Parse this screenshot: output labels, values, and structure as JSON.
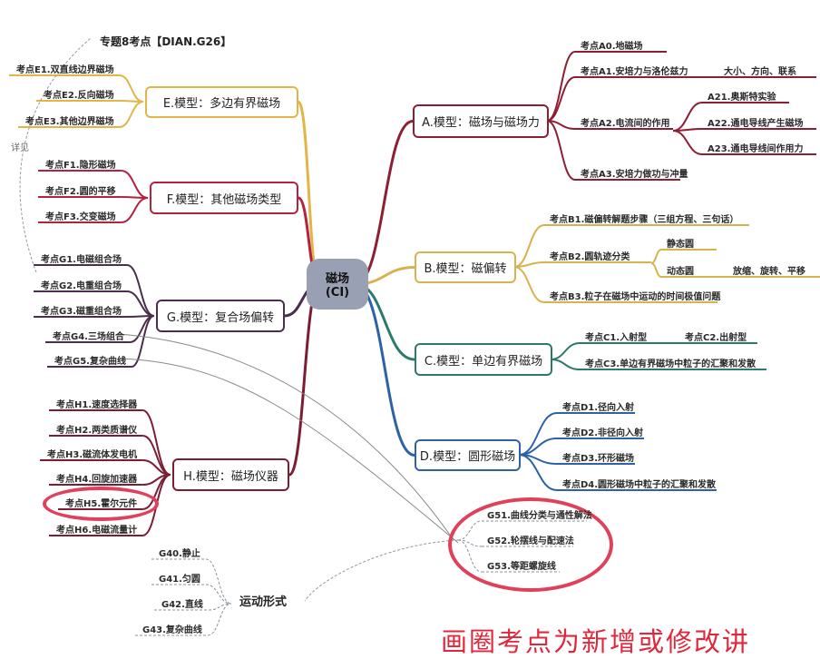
{
  "title": "专题8考点【DIAN.G26】",
  "see_also": "详见",
  "center": {
    "line1": "磁场",
    "line2": "(CI)"
  },
  "branches": {
    "A": {
      "label": "A.模型：磁场与磁场力",
      "items": [
        "考点A0.地磁场",
        "考点A1.安培力与洛伦兹力",
        "大小、方向、联系",
        "考点A2.电流间的作用",
        "A21.奥斯特实验",
        "A22.通电导线产生磁场",
        "A23.通电导线间作用力",
        "考点A3.安培力做功与冲量"
      ]
    },
    "B": {
      "label": "B.模型：磁偏转",
      "items": [
        "考点B1.磁偏转解题步骤（三组方程、三句话）",
        "考点B2.圆轨迹分类",
        "静态圆",
        "动态圆",
        "放缩、旋转、平移",
        "考点B3.粒子在磁场中运动的时间极值问题"
      ]
    },
    "C": {
      "label": "C.模型：单边有界磁场",
      "items": [
        "考点C1.入射型",
        "考点C2.出射型",
        "考点C3.单边有界磁场中粒子的汇聚和发散"
      ]
    },
    "D": {
      "label": "D.模型：圆形磁场",
      "items": [
        "考点D1.径向入射",
        "考点D2.非径向入射",
        "考点D3.环形磁场",
        "考点D4.圆形磁场中粒子的汇聚和发散"
      ]
    },
    "E": {
      "label": "E.模型：多边有界磁场",
      "items": [
        "考点E1.双直线边界磁场",
        "考点E2.反向磁场",
        "考点E3.其他边界磁场"
      ]
    },
    "F": {
      "label": "F.模型：其他磁场类型",
      "items": [
        "考点F1.隐形磁场",
        "考点F2.圆的平移",
        "考点F3.交变磁场"
      ]
    },
    "G": {
      "label": "G.模型：复合场偏转",
      "items": [
        "考点G1.电磁组合场",
        "考点G2.电重组合场",
        "考点G3.磁重组合场",
        "考点G4.三场组合",
        "考点G5.复杂曲线"
      ]
    },
    "H": {
      "label": "H.模型：磁场仪器",
      "items": [
        "考点H1.速度选择器",
        "考点H2.两类质谱仪",
        "考点H3.磁流体发电机",
        "考点H4.回旋加速器",
        "考点H5.霍尔元件",
        "考点H6.电磁流量计"
      ]
    }
  },
  "g5_sub": [
    "G51.曲线分类与通性解法",
    "G52.轮摆线与配速法",
    "G53.等距螺旋线"
  ],
  "motion": {
    "label": "运动形式",
    "items": [
      "G40.静止",
      "G41.匀圆",
      "G42.直线",
      "G43.复杂曲线"
    ]
  },
  "footnote": "画圈考点为新增或修改讲",
  "colors": {
    "A": "#8e1f33",
    "B": "#d8b24e",
    "C": "#2c7a6c",
    "D": "#2d62a6",
    "E": "#e3b448",
    "F": "#b3233d",
    "G": "#4b2d4d",
    "H": "#7d1d33",
    "circle": "#e0405a",
    "center": "#9aa0b4"
  }
}
